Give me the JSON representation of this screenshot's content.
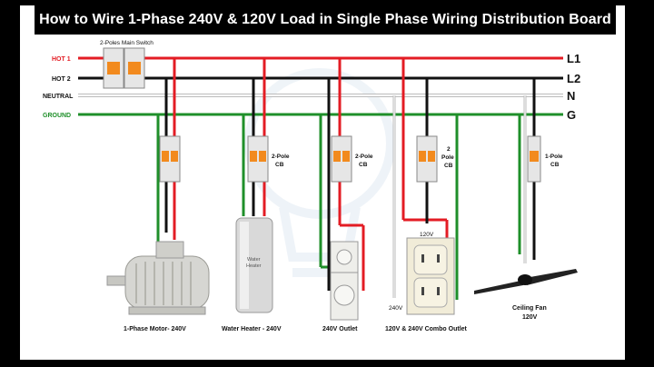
{
  "title": "How to Wire 1-Phase 240V & 120V Load in Single Phase Wiring Distribution Board",
  "colors": {
    "hot1": "#e31c24",
    "hot2": "#111111",
    "neutral": "#cfcfcf",
    "ground": "#1f8f2a",
    "breaker_orange": "#f28a1e"
  },
  "lines": [
    {
      "label": "HOT 1",
      "end_label": "L1",
      "color": "#e31c24"
    },
    {
      "label": "HOT 2",
      "end_label": "L2",
      "color": "#111111"
    },
    {
      "label": "NEUTRAL",
      "end_label": "N",
      "color": "#cfcfcf"
    },
    {
      "label": "GROUND",
      "end_label": "G",
      "color": "#1f8f2a"
    }
  ],
  "main_switch_label": "2-Poles Main Switch",
  "breakers": [
    {
      "label": ""
    },
    {
      "label_line1": "2-Pole",
      "label_line2": "CB"
    },
    {
      "label_line1": "2-Pole",
      "label_line2": "CB"
    },
    {
      "label_line1": "2",
      "label_line2": "Pole",
      "label_line3": "CB"
    },
    {
      "label_line1": "1-Pole",
      "label_line2": "CB"
    }
  ],
  "loads": {
    "motor": "1-Phase Motor- 240V",
    "heater": "Water Heater - 240V",
    "heater_text_line1": "Water",
    "heater_text_line2": "Heater",
    "outlet_240": "240V Outlet",
    "combo": "120V & 240V Combo Outlet",
    "combo_120_tag": "120V",
    "combo_240_tag": "240V",
    "fan_line1": "Ceiling Fan",
    "fan_line2": "120V"
  }
}
